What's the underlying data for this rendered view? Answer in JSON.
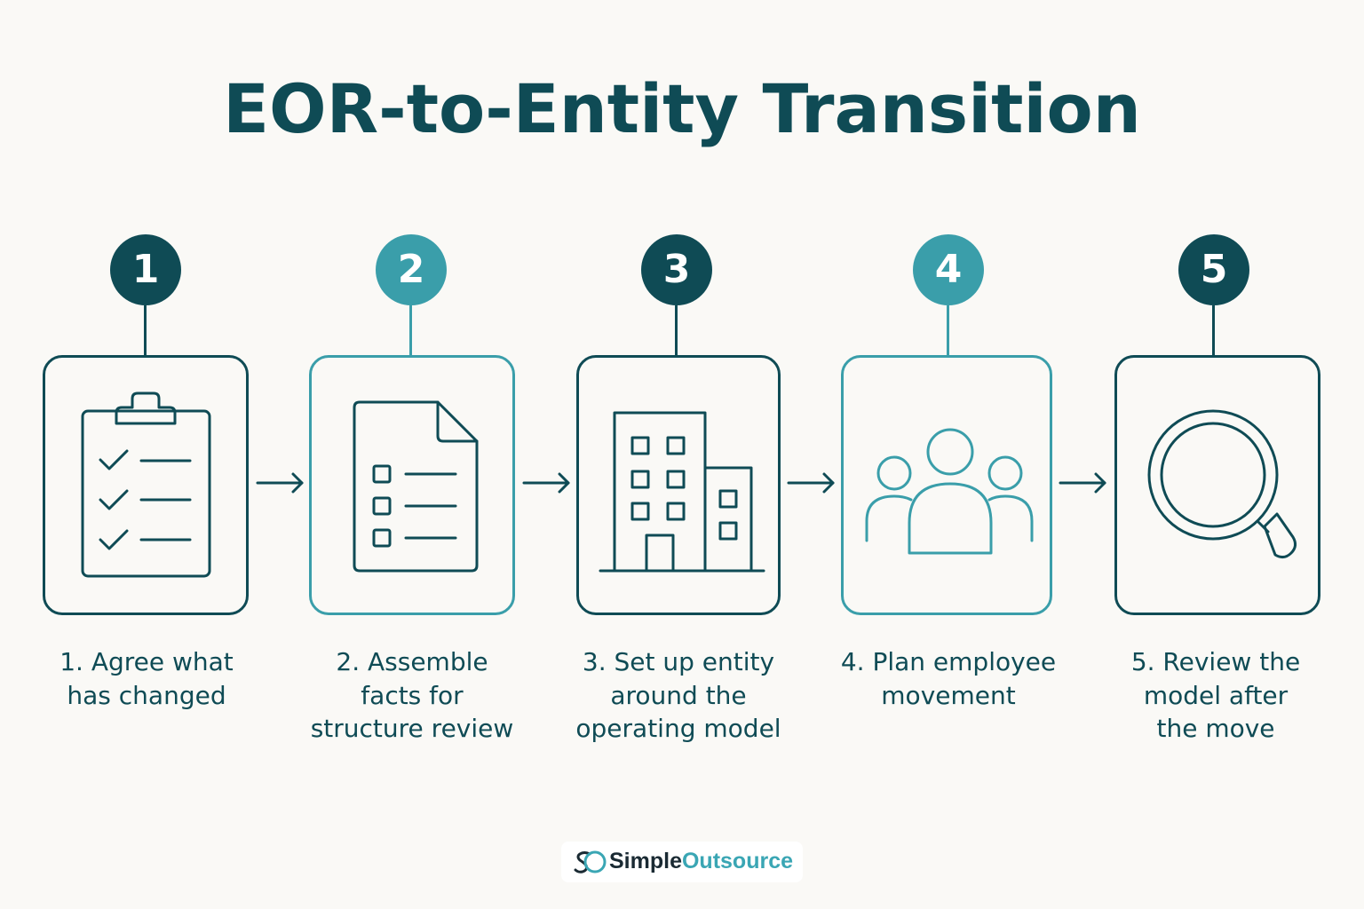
{
  "title": "EOR-to-Entity Transition",
  "colors": {
    "dark": "#0f4b55",
    "light": "#3a9eaa"
  },
  "steps": [
    {
      "number": "1",
      "label": "1. Agree what\nhas changed",
      "icon": "clipboard-checklist-icon",
      "tone": "dark"
    },
    {
      "number": "2",
      "label": "2. Assemble\nfacts for\nstructure review",
      "icon": "document-list-icon",
      "tone": "light"
    },
    {
      "number": "3",
      "label": "3. Set up entity\naround the\noperating model",
      "icon": "office-building-icon",
      "tone": "dark"
    },
    {
      "number": "4",
      "label": "4. Plan employee\nmovement",
      "icon": "people-group-icon",
      "tone": "light"
    },
    {
      "number": "5",
      "label": "5. Review the\nmodel after\nthe move",
      "icon": "magnifying-glass-icon",
      "tone": "dark"
    }
  ],
  "brand": {
    "name_part1": "Simple",
    "name_part2": "Outsource",
    "logo_icon": "simpleoutsource-logo-icon"
  }
}
